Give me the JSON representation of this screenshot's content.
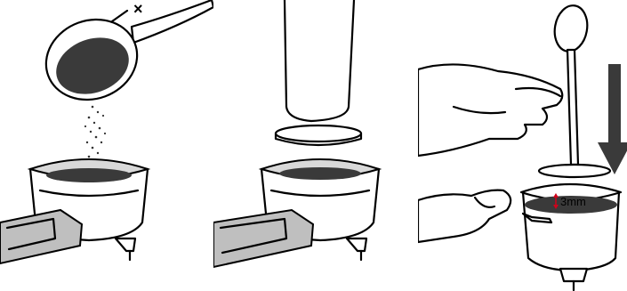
{
  "steps": [
    {
      "id": "dose",
      "mark": "×"
    },
    {
      "id": "tamp"
    },
    {
      "id": "level",
      "measurement": "3mm",
      "accent_color": "#d0021b"
    }
  ]
}
